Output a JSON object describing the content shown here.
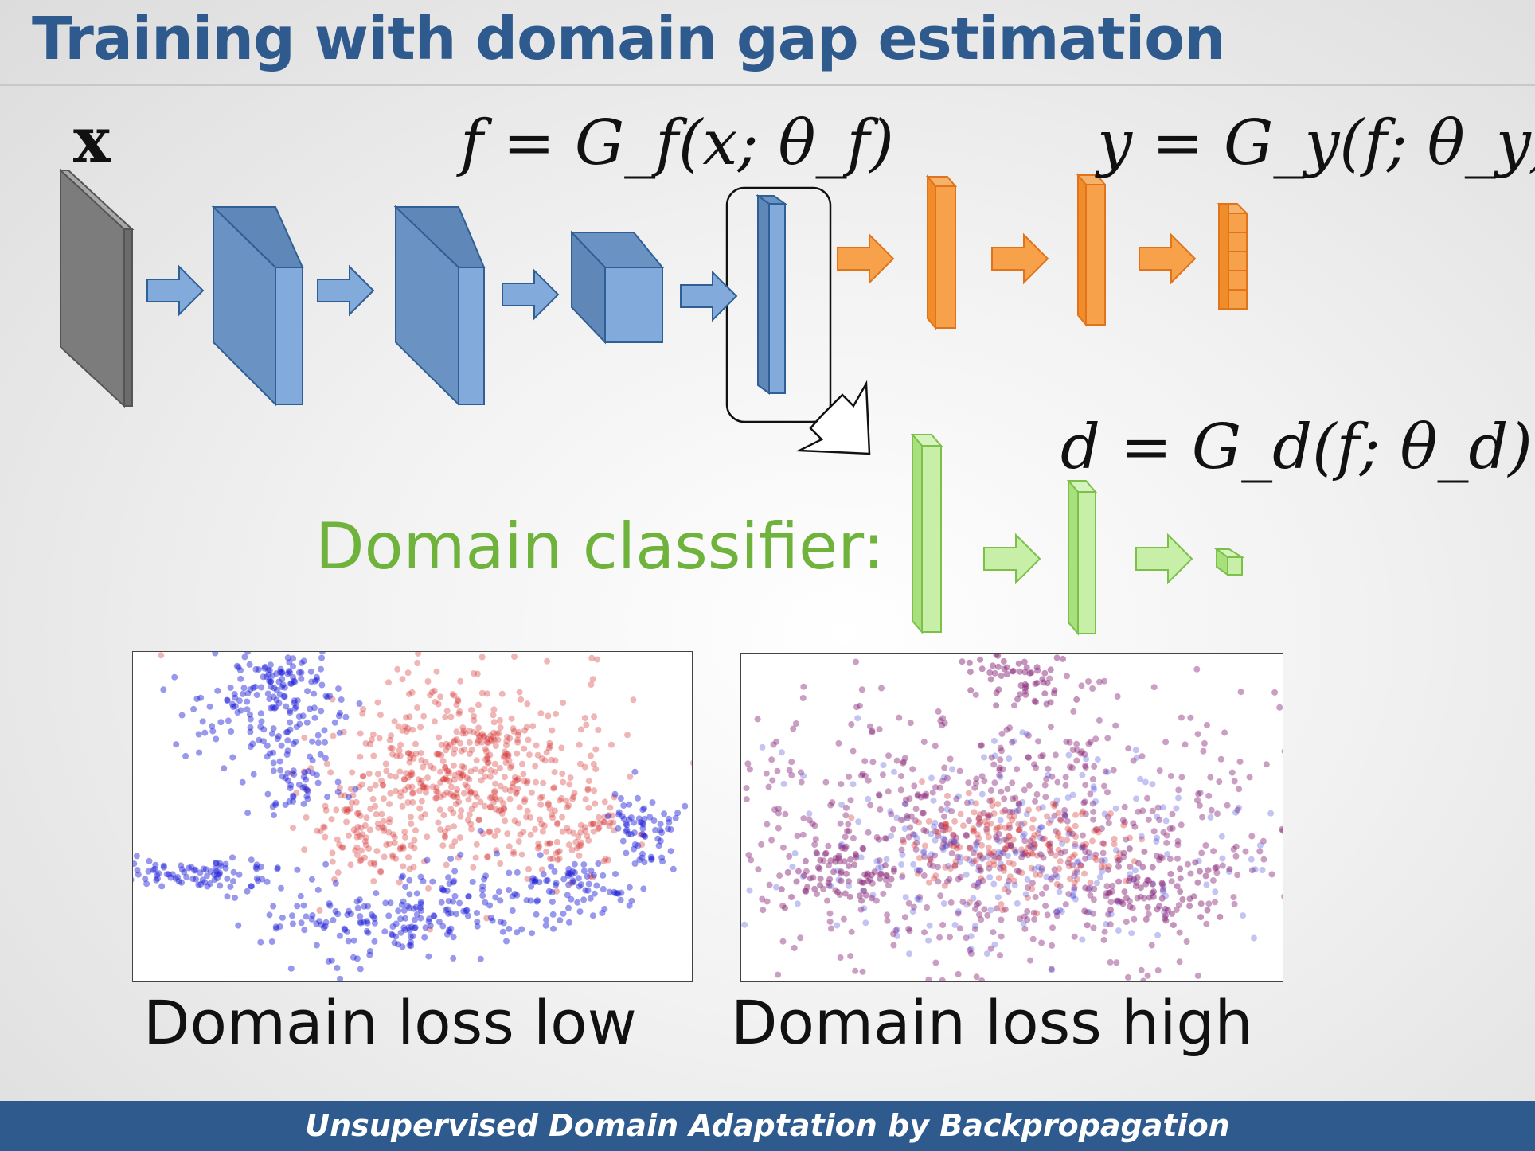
{
  "slide": {
    "title": "Training with domain gap estimation",
    "footer": "Unsupervised Domain Adaptation by Backpropagation"
  },
  "diagram": {
    "input_label": "x",
    "feature_eq": "f = G_f(x; θ_f)",
    "label_eq": "y = G_y(f; θ_y)",
    "domain_eq": "d = G_d(f; θ_d)",
    "domain_classifier_label": "Domain classifier:",
    "colors": {
      "input": "#808080",
      "feature": "#7fa9d9",
      "label": "#f7a14a",
      "domain": "#bfeaa0"
    }
  },
  "plots": [
    {
      "caption": "Domain loss low"
    },
    {
      "caption": "Domain loss high"
    }
  ]
}
